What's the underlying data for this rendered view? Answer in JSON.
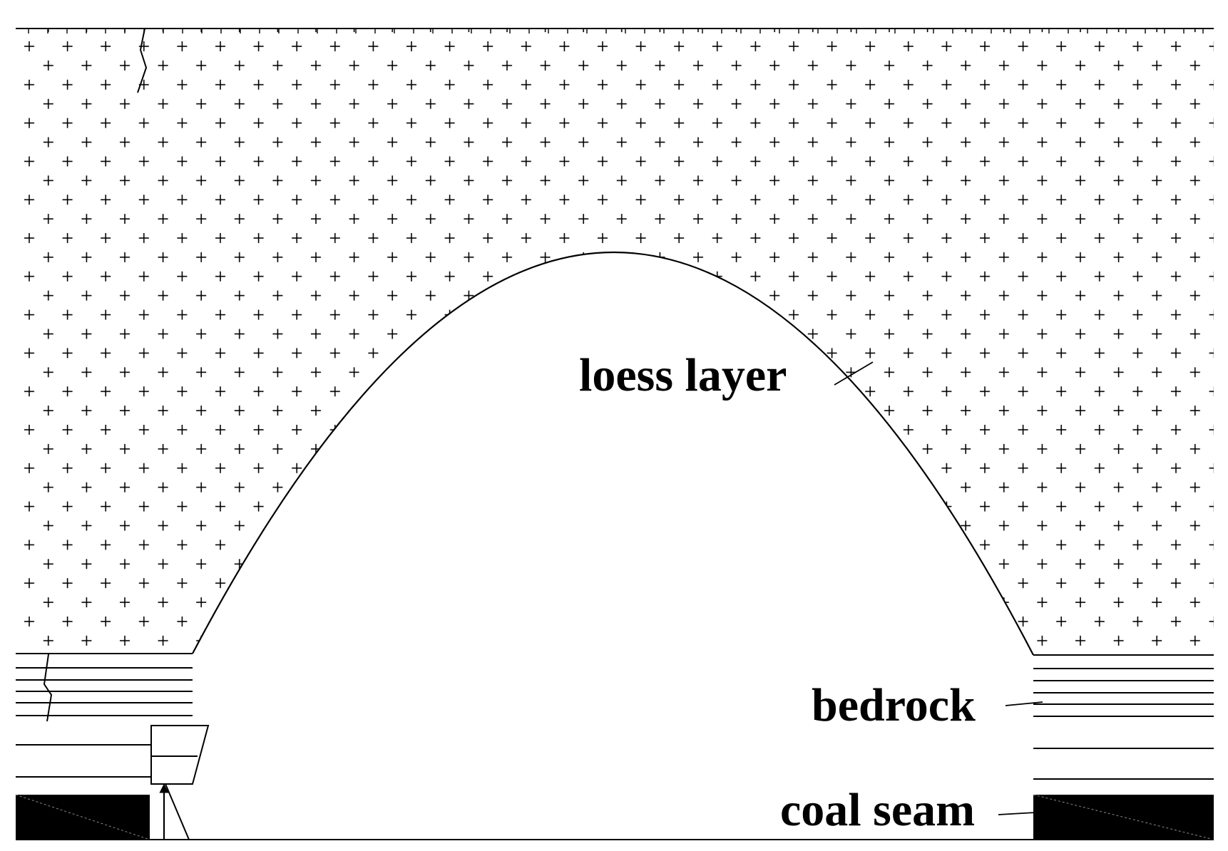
{
  "labels": {
    "loess": "loess layer",
    "bedrock": "bedrock",
    "coal": "coal seam"
  },
  "colors": {
    "stroke": "#000000",
    "coal": "#000000",
    "background": "#ffffff"
  },
  "icons": {
    "support_arrow": "up-arrow-icon",
    "fracture": "zigzag-crack-icon",
    "loess_pattern": "plus-hatch-pattern"
  }
}
